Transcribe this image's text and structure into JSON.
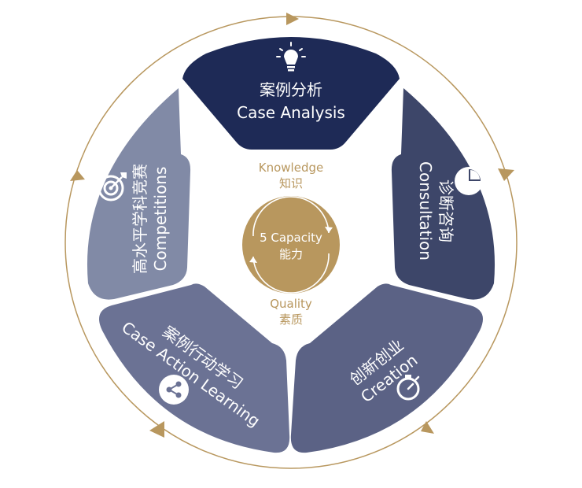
{
  "segments": {
    "top": {
      "zh": "案例分析",
      "en": "Case Analysis",
      "color": "#1e2a56",
      "icon": "lightbulb-icon"
    },
    "right": {
      "zh": "诊断咨询",
      "en": "Consultation",
      "color": "#3d4669",
      "icon": "pie-chart-icon"
    },
    "bottom_right": {
      "zh": "创新创业",
      "en": "Creation",
      "color": "#5b6285",
      "icon": "stopwatch-icon"
    },
    "bottom_left": {
      "zh": "案例行动学习",
      "en": "Case Action Learning",
      "color": "#6b7294",
      "icon": "share-icon"
    },
    "left": {
      "zh": "高水平学科竞赛",
      "en": "Competitions",
      "color": "#818aa6",
      "icon": "target-icon"
    }
  },
  "center": {
    "label_en": "5 Capacity",
    "label_zh": "能力",
    "color": "#b8975e"
  },
  "knowledge": {
    "en": "Knowledge",
    "zh": "知识"
  },
  "quality": {
    "en": "Quality",
    "zh": "素质"
  },
  "accent_color": "#b8975e"
}
